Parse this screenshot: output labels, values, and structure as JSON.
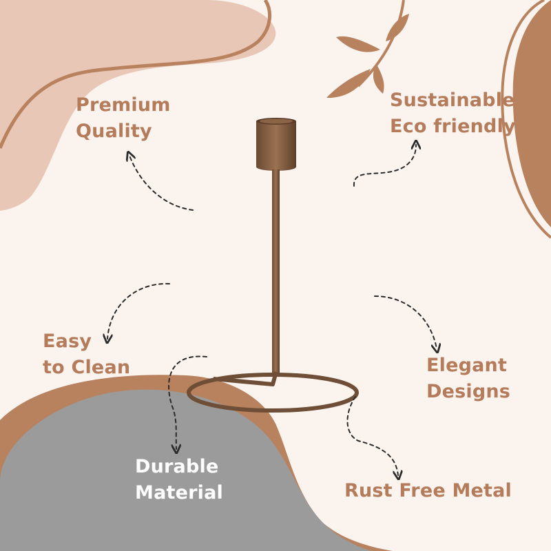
{
  "colors": {
    "background": "#fbf3ee",
    "blush": "#e9c7b6",
    "copper": "#b8825f",
    "gray": "#9b9b9b",
    "metal": "#7d5a3f",
    "label": "#b57c5b",
    "label_on_gray": "#ffffff"
  },
  "features": {
    "premium": {
      "line1": "Premium",
      "line2": "Quality"
    },
    "sustainable": {
      "line1": "Sustainable",
      "line2": "Eco friendly"
    },
    "easy_clean": {
      "line1": "Easy",
      "line2": "to Clean"
    },
    "elegant": {
      "line1": "Elegant",
      "line2": "Designs"
    },
    "durable": {
      "line1": "Durable",
      "line2": "Material"
    },
    "rust_free": {
      "line1": "Rust Free Metal"
    }
  },
  "icons": [
    "leaf-branch-icon",
    "dashed-arrow-icon"
  ],
  "product": "candle-holder-illustration"
}
